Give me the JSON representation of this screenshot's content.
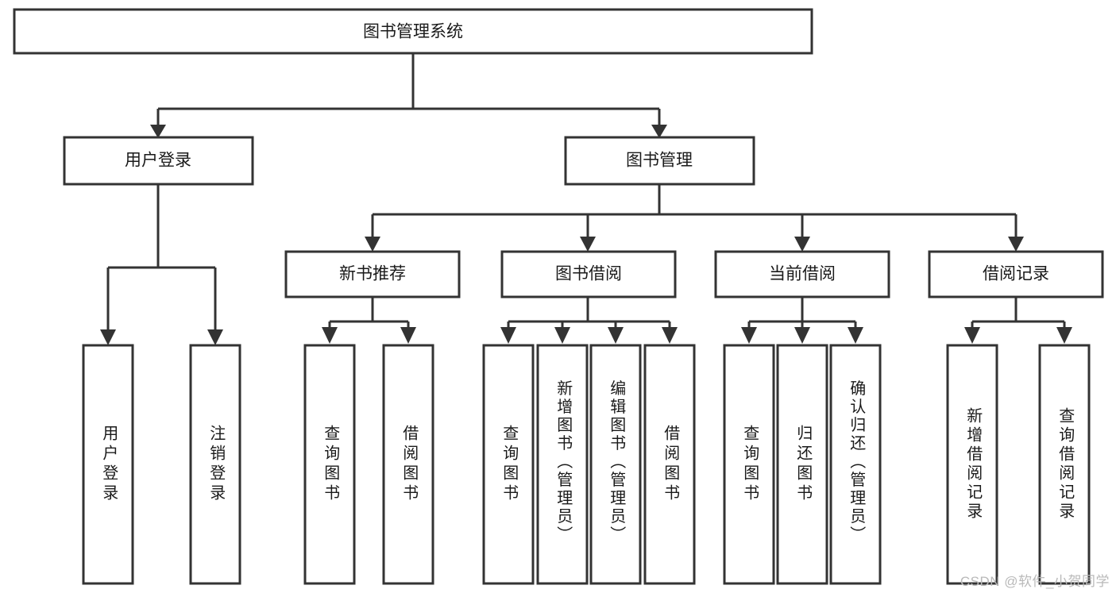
{
  "diagram": {
    "type": "tree-hierarchy-chart",
    "title": "图书管理系统",
    "orientation": "top-down",
    "colors": {
      "stroke": "#333333",
      "fill": "#ffffff",
      "text": "#1a1a1a",
      "watermark": "#b9b9b9"
    },
    "nodes": {
      "root": {
        "label": "图书管理系统",
        "level": 1
      },
      "l2": [
        {
          "id": "user-login",
          "label": "用户登录",
          "level": 2
        },
        {
          "id": "book-manage",
          "label": "图书管理",
          "level": 2
        }
      ],
      "l3": [
        {
          "id": "new-book-rec",
          "label": "新书推荐",
          "level": 3,
          "parent": "book-manage"
        },
        {
          "id": "book-borrow",
          "label": "图书借阅",
          "level": 3,
          "parent": "book-manage"
        },
        {
          "id": "current-borrow",
          "label": "当前借阅",
          "level": 3,
          "parent": "book-manage"
        },
        {
          "id": "borrow-record",
          "label": "借阅记录",
          "level": 3,
          "parent": "book-manage"
        }
      ],
      "leaves": [
        {
          "id": "leaf-user-login",
          "label": "用户登录",
          "parent": "user-login",
          "vertical": true
        },
        {
          "id": "leaf-logout",
          "label": "注销登录",
          "parent": "user-login",
          "vertical": true
        },
        {
          "id": "leaf-query-book-1",
          "label": "查询图书",
          "parent": "new-book-rec",
          "vertical": true
        },
        {
          "id": "leaf-borrow-book-1",
          "label": "借阅图书",
          "parent": "new-book-rec",
          "vertical": true
        },
        {
          "id": "leaf-query-book-2",
          "label": "查询图书",
          "parent": "book-borrow",
          "vertical": true
        },
        {
          "id": "leaf-add-book",
          "label": "新增图书（管理员）",
          "parent": "book-borrow",
          "vertical": true
        },
        {
          "id": "leaf-edit-book",
          "label": "编辑图书（管理员）",
          "parent": "book-borrow",
          "vertical": true
        },
        {
          "id": "leaf-borrow-book-2",
          "label": "借阅图书",
          "parent": "book-borrow",
          "vertical": true
        },
        {
          "id": "leaf-query-book-3",
          "label": "查询图书",
          "parent": "current-borrow",
          "vertical": true
        },
        {
          "id": "leaf-return-book",
          "label": "归还图书",
          "parent": "current-borrow",
          "vertical": true
        },
        {
          "id": "leaf-confirm-return",
          "label": "确认归还（管理员）",
          "parent": "current-borrow",
          "vertical": true
        },
        {
          "id": "leaf-add-record",
          "label": "新增借阅记录",
          "parent": "borrow-record",
          "vertical": true
        },
        {
          "id": "leaf-query-record",
          "label": "查询借阅记录",
          "parent": "borrow-record",
          "vertical": true
        }
      ]
    }
  },
  "watermark": {
    "text": "CSDN @软件_小贺同学"
  }
}
